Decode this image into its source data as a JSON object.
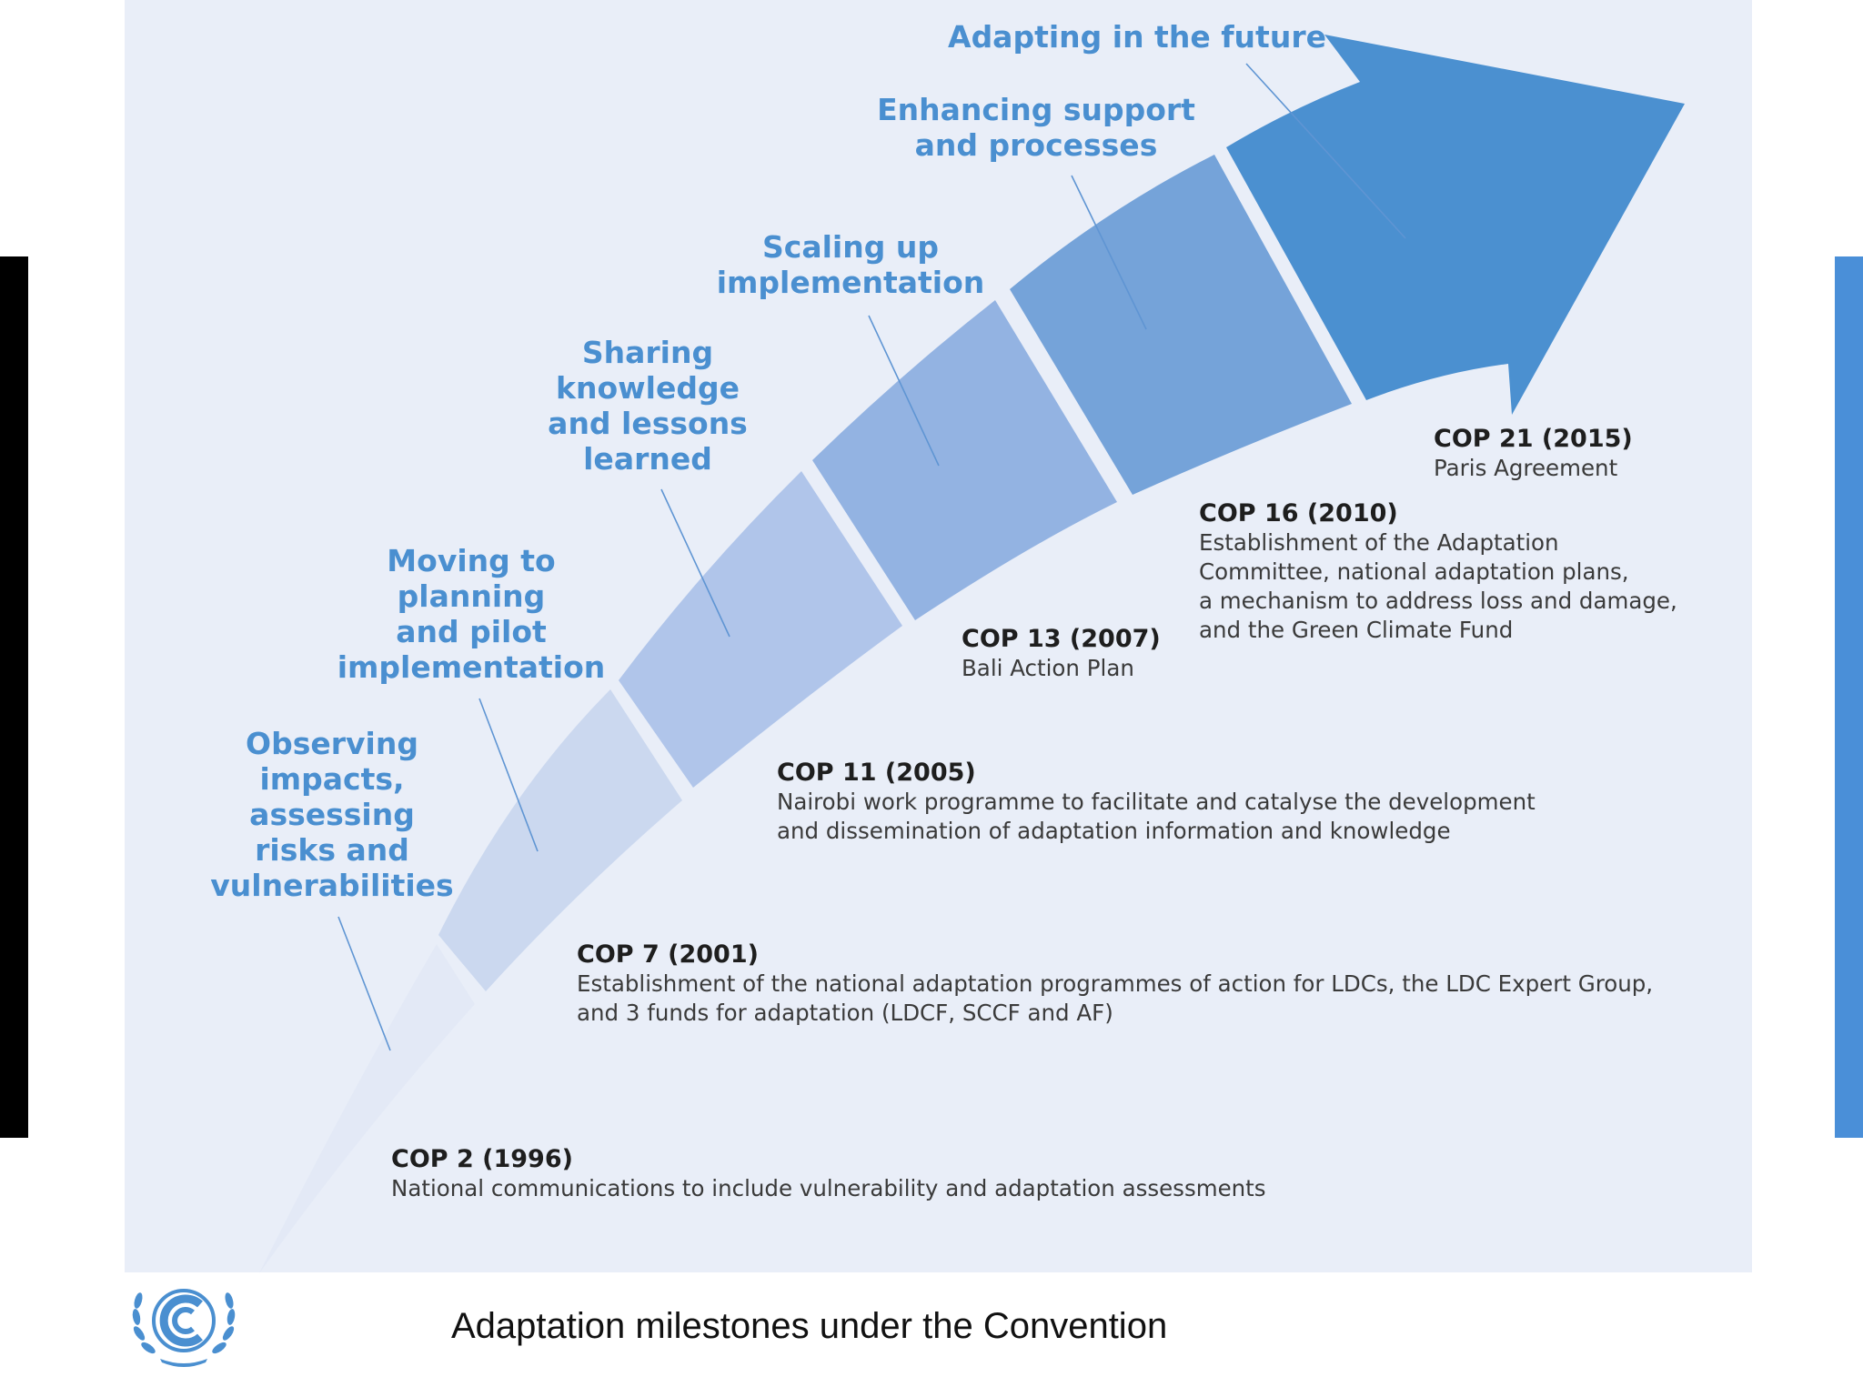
{
  "phases": [
    {
      "lines": [
        "Observing",
        "impacts,",
        "assessing",
        "risks and",
        "vulnerabilities"
      ]
    },
    {
      "lines": [
        "Moving to",
        "planning",
        "and pilot",
        "implementation"
      ]
    },
    {
      "lines": [
        "Sharing",
        "knowledge",
        "and lessons",
        "learned"
      ]
    },
    {
      "lines": [
        "Scaling up",
        "implementation"
      ]
    },
    {
      "lines": [
        "Enhancing support",
        "and processes"
      ]
    },
    {
      "lines": [
        "Adapting in the future"
      ]
    }
  ],
  "milestones": [
    {
      "title": "COP 2 (1996)",
      "lines": [
        "National communications to include vulnerability and adaptation assessments"
      ]
    },
    {
      "title": "COP 7 (2001)",
      "lines": [
        "Establishment of the national adaptation programmes of action for LDCs, the LDC Expert Group,",
        "and 3 funds for adaptation (LDCF, SCCF and AF)"
      ]
    },
    {
      "title": "COP 11 (2005)",
      "lines": [
        "Nairobi work programme to facilitate and catalyse the development",
        "and dissemination of adaptation information and knowledge"
      ]
    },
    {
      "title": "COP 13 (2007)",
      "lines": [
        "Bali Action Plan"
      ]
    },
    {
      "title": "COP 16 (2010)",
      "lines": [
        "Establishment of the Adaptation",
        "Committee, national adaptation plans,",
        "a mechanism to address loss and damage,",
        "and the Green Climate Fund"
      ]
    },
    {
      "title": "COP 21 (2015)",
      "lines": [
        "Paris Agreement"
      ]
    }
  ],
  "caption": "Adaptation milestones under the Convention",
  "colors": {
    "panel": "#e9eef8",
    "phase_text": "#4a8fd0",
    "segments": [
      "#e3e9f6",
      "#cbd8ef",
      "#b0c5ea",
      "#93b3e2",
      "#75a3d9",
      "#4b90d0"
    ],
    "right_accent": "#4a8fd8"
  },
  "icons": [
    "un-climate-logo"
  ]
}
